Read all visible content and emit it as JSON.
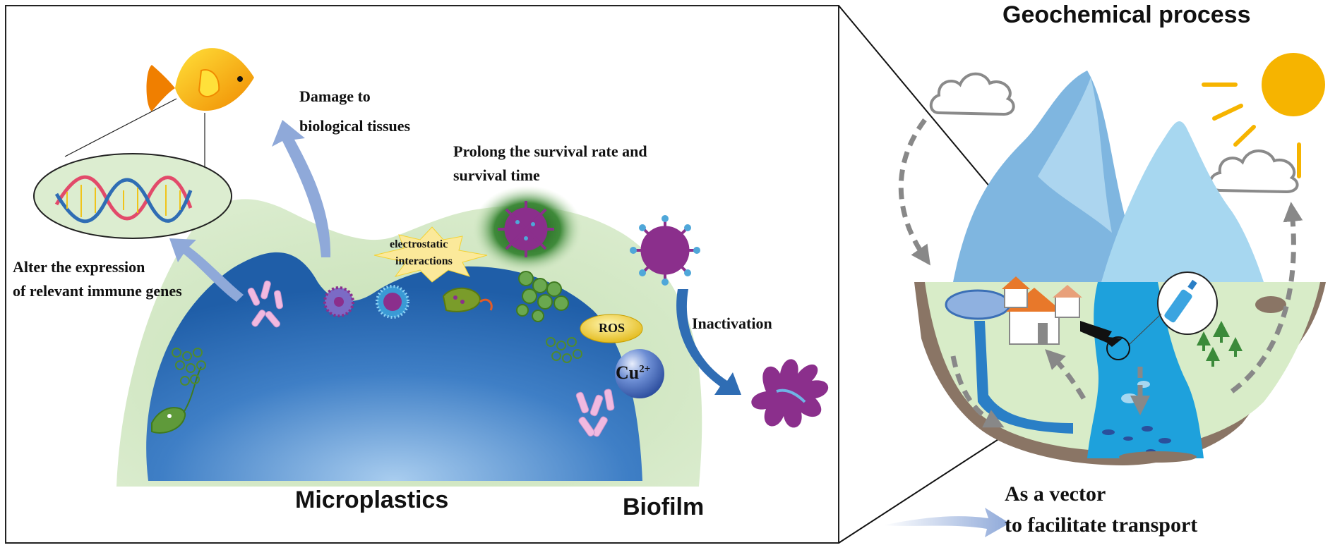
{
  "title": "Geochemical process",
  "labels": {
    "damage_line1": "Damage to",
    "damage_line2": "biological tissues",
    "prolong_line1": "Prolong the survival rate and",
    "prolong_line2": "survival time",
    "alter_line1": "Alter the expression",
    "alter_line2": "of relevant immune genes",
    "electro_line1": "electrostatic",
    "electro_line2": "interactions",
    "ros": "ROS",
    "cu": "Cu",
    "cu_sup": "2+",
    "inactivation": "Inactivation",
    "microplastics": "Microplastics",
    "biofilm": "Biofilm",
    "vector_line1": "As a vector",
    "vector_line2": "to facilitate transport"
  },
  "colors": {
    "microplastic_blue": "#2f6db4",
    "biofilm_green": "#d3e8c6",
    "arrow_blue": "#8fa9d9",
    "virus_purple": "#8b2f8c",
    "sun": "#f6b400",
    "ros_yellow": "#f3d233",
    "water": "#1ea1dc",
    "mountain": "#8ec5e8",
    "soil": "#8a7565"
  },
  "icons": [
    "fish-icon",
    "dna-icon",
    "virus-icon",
    "bacteria-icon",
    "sun-icon",
    "cloud-icon",
    "house-icon",
    "tree-icon",
    "bottle-icon"
  ]
}
